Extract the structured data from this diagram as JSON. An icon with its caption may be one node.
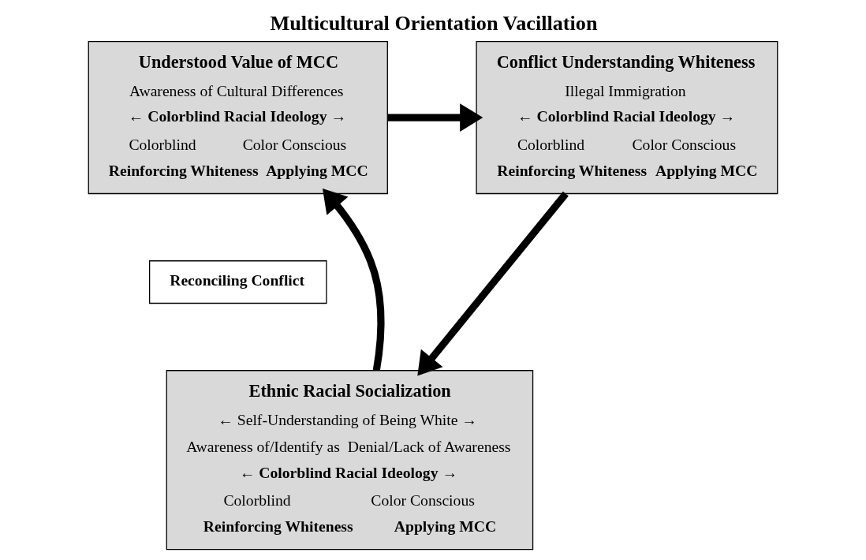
{
  "diagram": {
    "title": "Multicultural Orientation Vacillation",
    "nodes": [
      {
        "text": [
          "Understood Value of MCC",
          "Awareness of Cultural Differences",
          "← Colorblind Racial Ideology →",
          "Colorblind",
          "Color Conscious",
          "Reinforcing Whiteness",
          "Applying MCC"
        ]
      },
      {
        "text": [
          "Conflict Understanding Whiteness",
          "Illegal Immigration",
          "← Colorblind Racial Ideology →",
          "Colorblind",
          "Color Conscious",
          "Reinforcing Whiteness",
          "Applying MCC"
        ]
      },
      {
        "text": [
          "Reconciling Conflict"
        ]
      },
      {
        "text": [
          "Ethnic Racial Socialization",
          "← Self-Understanding of Being White →",
          "Awareness of/Identify as",
          "Denial/Lack of Awareness",
          "← Colorblind Racial Ideology →",
          "Colorblind",
          "Color Conscious",
          "Reinforcing Whiteness",
          "Applying MCC"
        ]
      }
    ],
    "edges": [
      {
        "from": 0,
        "to": 1,
        "arrow": "to"
      },
      {
        "from": 1,
        "to": 3,
        "arrow": "to"
      },
      {
        "from": 3,
        "to": 0,
        "arrow": "to"
      }
    ]
  }
}
